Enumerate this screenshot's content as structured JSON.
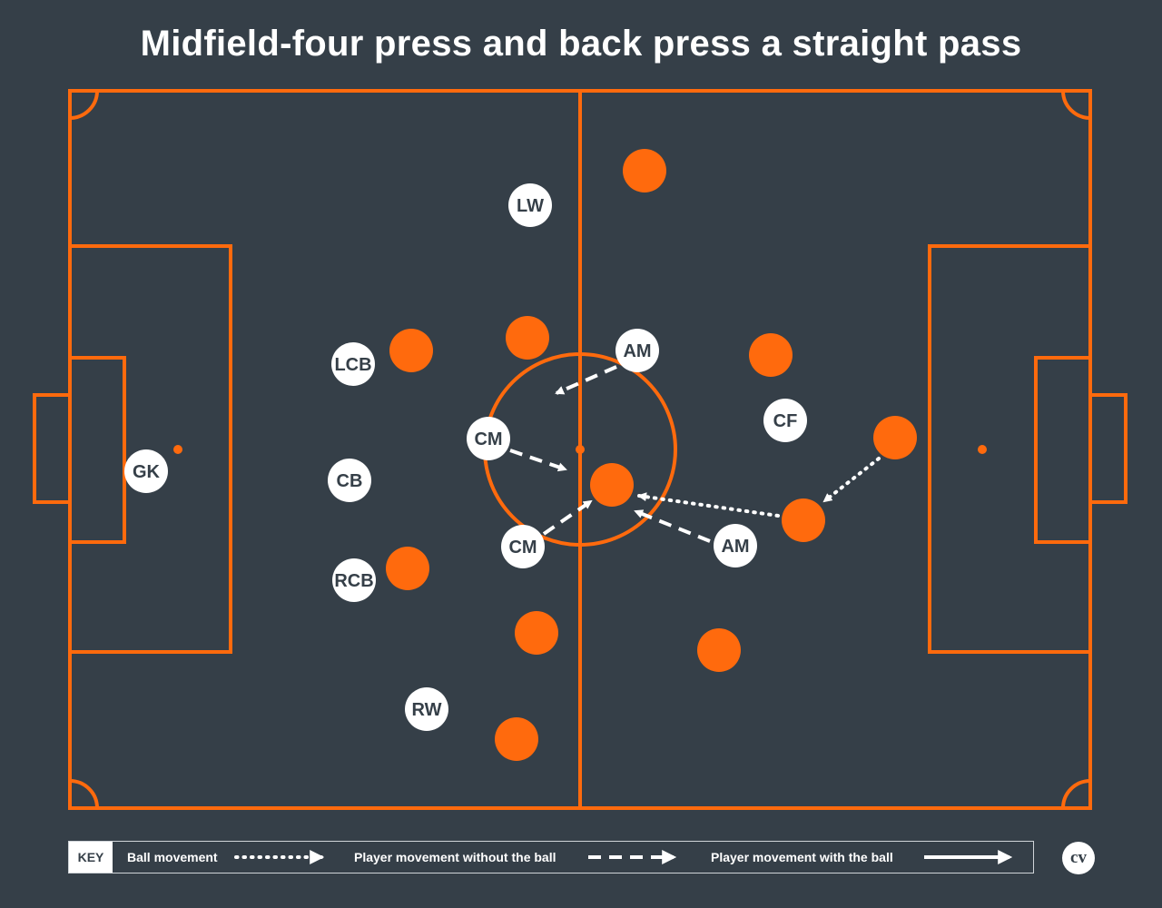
{
  "title": "Midfield-four press and back press a straight pass",
  "colors": {
    "background": "#353f48",
    "pitch_lines": "#ff6a0d",
    "team_orange": "#ff6a0d",
    "team_white": "#ffffff",
    "label_text": "#353f48"
  },
  "players_white": [
    {
      "label": "LW"
    },
    {
      "label": "LCB"
    },
    {
      "label": "AM"
    },
    {
      "label": "CM"
    },
    {
      "label": "CF"
    },
    {
      "label": "GK"
    },
    {
      "label": "CB"
    },
    {
      "label": "CM"
    },
    {
      "label": "AM"
    },
    {
      "label": "RCB"
    },
    {
      "label": "RW"
    }
  ],
  "legend": {
    "key_label": "KEY",
    "ball_movement": "Ball movement",
    "player_without_ball": "Player movement without the ball",
    "player_with_ball": "Player movement with the ball"
  },
  "logo": {
    "text": "cv"
  }
}
